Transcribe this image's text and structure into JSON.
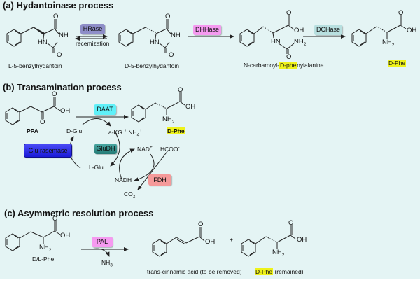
{
  "sections": {
    "a": {
      "title": "(a) Hydantoinase process",
      "compounds": [
        "L-5-benzylhydantoin",
        "D-5-benzylhydantoin",
        "N-carbamoyl-",
        "D-phe",
        "nylalanine",
        "D-Phe"
      ],
      "enzymes": [
        "HRase",
        "DHHase",
        "DCHase"
      ],
      "step_note": "recemization"
    },
    "b": {
      "title": "(b) Transamination process",
      "compounds": [
        "PPA",
        "D-Phe"
      ],
      "enzymes": [
        "DAAT",
        "Glu rasemase",
        "GluDH",
        "FDH"
      ],
      "species": [
        "D-Glu",
        "L-Glu",
        "a-KG",
        "NH",
        "NAD",
        "NADH",
        "HCOO",
        "CO"
      ]
    },
    "c": {
      "title": "(c) Asymmetric resolution process",
      "compounds": [
        "D/L-Phe",
        "trans-cinnamic acid (to be removed)",
        "D-Phe",
        "(remained)"
      ],
      "enzymes": [
        "PAL"
      ],
      "byproduct": "NH",
      "plus": "+"
    }
  },
  "atoms": {
    "O": "O",
    "OH": "OH",
    "NH": "NH",
    "HN": "HN",
    "NH2": "NH",
    "sub2": "2",
    "sub3": "3",
    "sub4": "4",
    "plus": "+",
    "minus": "-"
  },
  "colors": {
    "background": "#e4f4f4",
    "highlight": "#eef21a",
    "HRase": "#8e8ec8",
    "DHHase": "#f59af0",
    "DCHase": "#b8e0e0",
    "DAAT": "#5ff0f8",
    "Glu_rasemase": "#2a2ae0",
    "GluDH": "#2f8f8a",
    "FDH": "#f59a9a",
    "PAL": "#f59af0"
  }
}
